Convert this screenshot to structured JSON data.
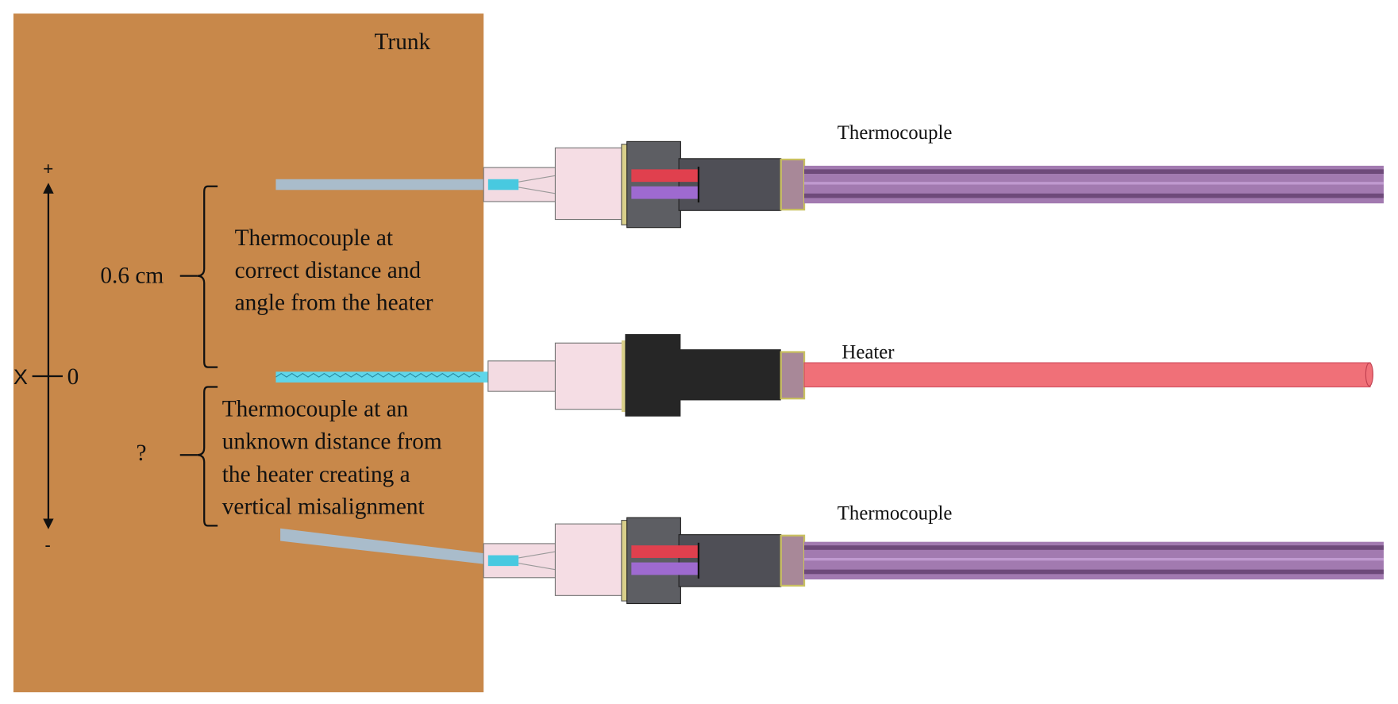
{
  "trunk": {
    "label": "Trunk",
    "color": "#C8884A"
  },
  "axis": {
    "plus": "+",
    "minus": "-",
    "x_label": "X",
    "zero": "0"
  },
  "top_annotation": {
    "measure": "0.6 cm",
    "lines": [
      "Thermocouple at",
      "correct distance and",
      "angle from the heater"
    ]
  },
  "bottom_annotation": {
    "measure": "?",
    "lines": [
      "Thermocouple at an",
      "unknown distance from",
      "the heater creating a",
      "vertical misalignment"
    ]
  },
  "probes": {
    "top": {
      "label": "Thermocouple"
    },
    "middle": {
      "label": "Heater"
    },
    "bottom": {
      "label": "Thermocouple"
    }
  },
  "colors": {
    "cable_purple": "#9a6aa0",
    "heater_red": "#f07078",
    "rod_gray": "#a9bccb",
    "rod_cyan": "#5fd6ea",
    "sleeve_pink": "#f3dbe2",
    "block_gray": "#5b5b60"
  }
}
